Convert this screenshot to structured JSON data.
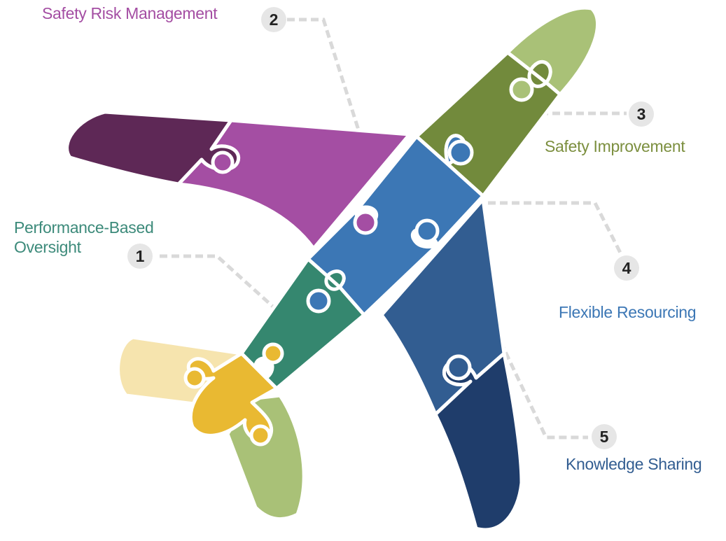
{
  "labels": {
    "l1": "Performance-Based\nOversight",
    "l2": "Safety Risk Management",
    "l3": "Safety Improvement",
    "l4": "Flexible Resourcing",
    "l5": "Knowledge Sharing"
  },
  "badges": {
    "b1": "1",
    "b2": "2",
    "b3": "3",
    "b4": "4",
    "b5": "5"
  },
  "colors": {
    "nose_light_green": "#a9c177",
    "forward_olive": "#728a3c",
    "center_blue": "#3c77b5",
    "left_wing_magenta": "#a44ea3",
    "left_wingtip_plum": "#5e2856",
    "right_wing_blue": "#325d91",
    "right_wingtip_navy": "#1f3d6b",
    "aft_teal": "#35876f",
    "tail_gold": "#e9b932",
    "stabilizer_cream": "#f6e4ae",
    "stabilizer_green": "#a9c177"
  }
}
